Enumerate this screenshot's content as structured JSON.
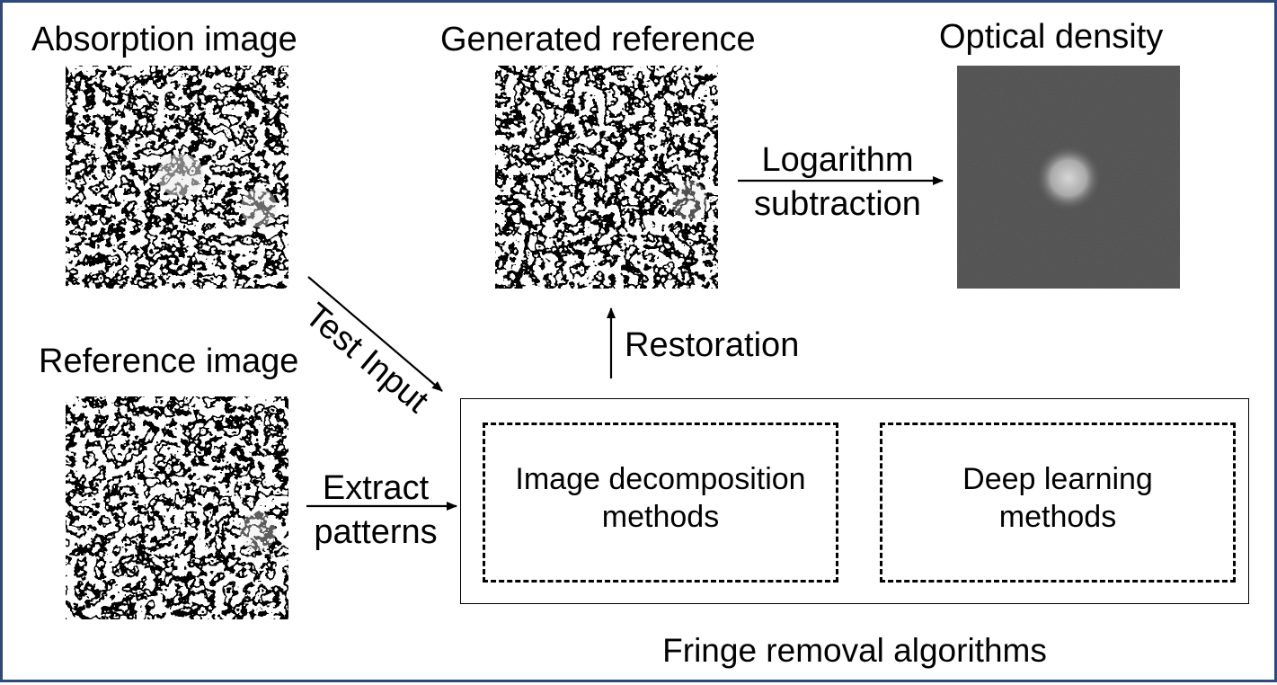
{
  "labels": {
    "absorption": "Absorption image",
    "reference": "Reference image",
    "generated": "Generated reference",
    "optical": "Optical density",
    "log_line1": "Logarithm",
    "log_line2": "subtraction",
    "restoration": "Restoration",
    "test_input": "Test Input",
    "extract_line1": "Extract",
    "extract_line2": "patterns",
    "fringe": "Fringe removal algorithms"
  },
  "methods": {
    "decomp_line1": "Image decomposition",
    "decomp_line2": "methods",
    "deep_line1": "Deep learning",
    "deep_line2": "methods"
  },
  "colors": {
    "frame": "#2e4a7d",
    "od_background": "#5e5e5e"
  }
}
